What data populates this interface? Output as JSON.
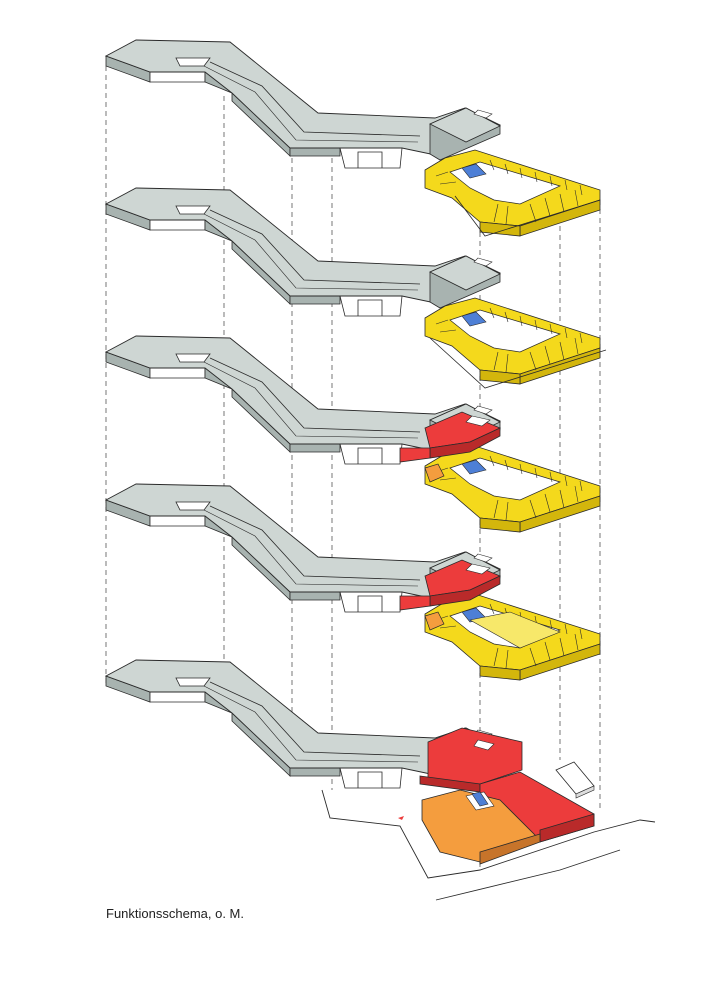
{
  "caption": "Funktionsschema, o. M.",
  "colors": {
    "corridor_top": "#ced6d3",
    "corridor_side": "#a8b3b0",
    "room_yellow": "#f4d91c",
    "room_yellow_side": "#d3b60c",
    "room_yellow_light": "#f7e86a",
    "room_red": "#ec3c3c",
    "room_red_side": "#b92a2a",
    "room_orange": "#f49d3e",
    "room_orange_side": "#c7742a",
    "stair_blue": "#4d7fd6",
    "outline": "#2a2a2a",
    "dash": "#555555"
  },
  "levels": [
    {
      "name": "level-5",
      "wing": "yellow"
    },
    {
      "name": "level-4",
      "wing": "yellow"
    },
    {
      "name": "level-3",
      "wing": "yellow-red"
    },
    {
      "name": "level-2",
      "wing": "yellow-red"
    },
    {
      "name": "level-1",
      "wing": "red-orange"
    }
  ]
}
